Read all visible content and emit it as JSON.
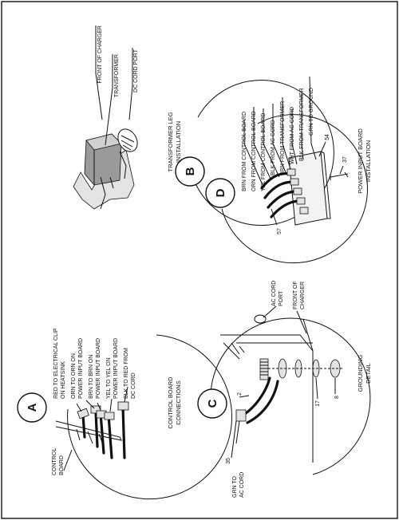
{
  "panels": {
    "a": {
      "badge": "A",
      "caption": [
        "CONTROL BOARD",
        "CONNECTIONS"
      ],
      "labels": {
        "control_board": [
          "CONTROL",
          "BOARD"
        ],
        "red": [
          "RED TO ELECTRICAL CLIP",
          "ON HEATSINK"
        ],
        "orn": [
          "ORN TO ORN ON",
          "POWER INPUT BOARD"
        ],
        "brn": [
          "BRN TO BRN ON",
          "POWER INPUT BOARD"
        ],
        "yel": [
          "YEL TO YEL ON",
          "POWER INPUT BOARD"
        ],
        "blk": [
          "BLK TO RED FROM",
          "DC CORD"
        ]
      }
    },
    "b": {
      "badge": "B",
      "caption": [
        "TRANSFORMER LEG",
        "INSTALLATION"
      ],
      "labels": {
        "front": "FRONT OF CHARGER",
        "transformer": "TRANSFORMER",
        "dc_port": "DC CORD PORT"
      }
    },
    "c": {
      "badge": "C",
      "caption": [
        "GROUNDING",
        "DETAIL"
      ],
      "labels": {
        "grn": [
          "GRN TO",
          "AC CORD"
        ],
        "ac_port": [
          "AC CORD",
          "PORT"
        ],
        "front": [
          "FRONT OF",
          "CHARGER"
        ],
        "n35": "35",
        "n2": "2",
        "n17": "17",
        "n8": "8"
      }
    },
    "d": {
      "badge": "D",
      "caption": [
        "POWER INPUT BOARD",
        "INSTALLATION"
      ],
      "labels": {
        "wires": [
          "BRN FROM CONTROL BOARD",
          "ORN FROM CONTROL BOARD",
          "YEL FROM CONTROL BOARD",
          "BLK FROM AC CORD",
          "BRN FROM TRANSFORMER",
          "WHT FROM AC CORD",
          "BLK FROM TRANSFORMER",
          "GRN TO GROUND"
        ],
        "n57": "57",
        "n54": "54",
        "n37": "37"
      }
    }
  }
}
